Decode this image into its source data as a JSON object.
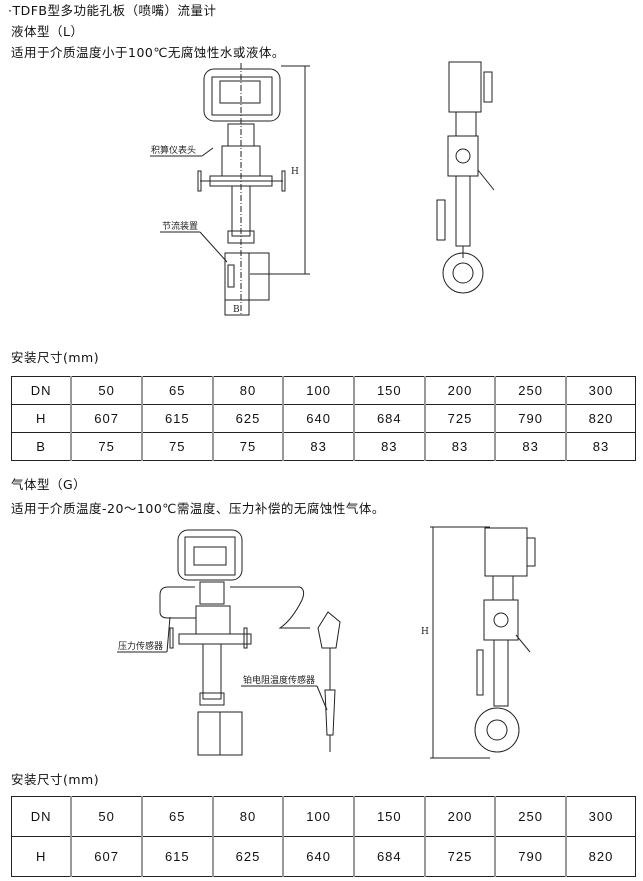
{
  "header": {
    "title": "·TDFB型多功能孔板（喷嘴）流量计"
  },
  "liquid": {
    "heading": "液体型（L）",
    "description": "适用于介质温度小于100℃无腐蚀性水或液体。",
    "labels": {
      "head": "积算仪表头",
      "throttle": "节流装置",
      "h": "H",
      "b": "B"
    },
    "table_title": "安装尺寸(mm)",
    "rows": [
      [
        "DN",
        "50",
        "65",
        "80",
        "100",
        "150",
        "200",
        "250",
        "300"
      ],
      [
        "H",
        "607",
        "615",
        "625",
        "640",
        "684",
        "725",
        "790",
        "820"
      ],
      [
        "B",
        "75",
        "75",
        "75",
        "83",
        "83",
        "83",
        "83",
        "83"
      ]
    ]
  },
  "gas": {
    "heading": "气体型（G）",
    "description": "适用于介质温度-20～100℃需温度、压力补偿的无腐蚀性气体。",
    "labels": {
      "pressure": "压力传感器",
      "temp": "铂电阻温度传感器",
      "h": "H"
    },
    "table_title": "安装尺寸(mm)",
    "rows": [
      [
        "DN",
        "50",
        "65",
        "80",
        "100",
        "150",
        "200",
        "250",
        "300"
      ],
      [
        "H",
        "607",
        "615",
        "625",
        "640",
        "684",
        "725",
        "790",
        "820"
      ]
    ]
  }
}
